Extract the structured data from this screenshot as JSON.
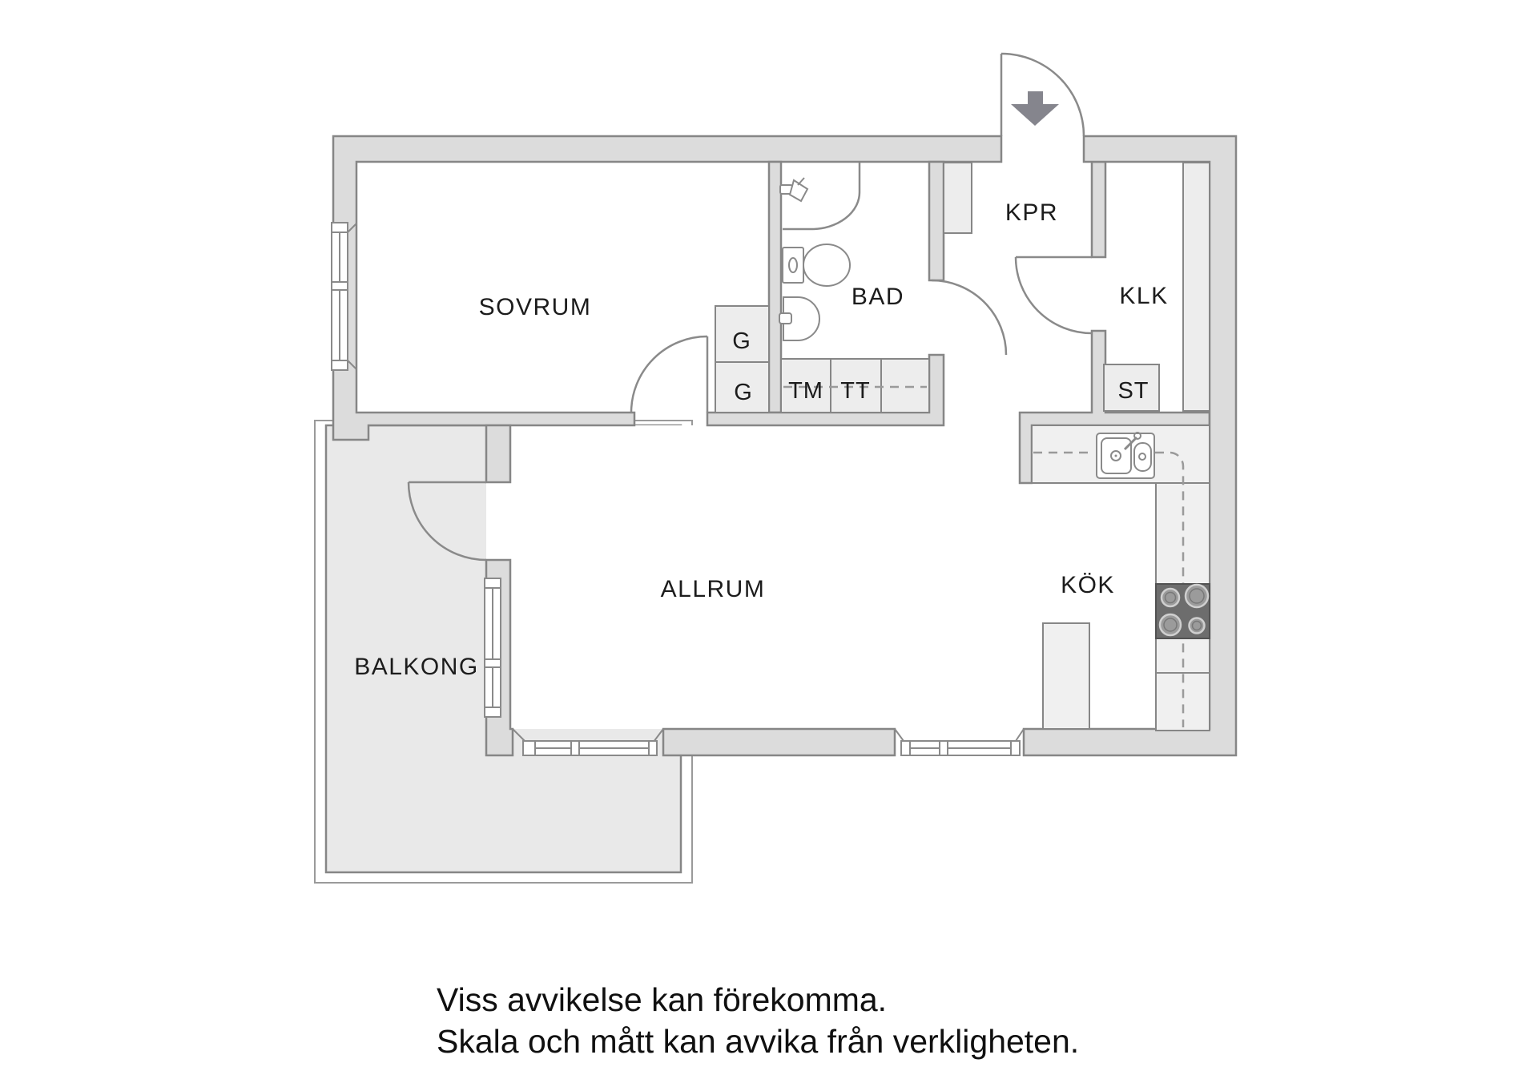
{
  "floorplan": {
    "rooms": {
      "sovrum": "SOVRUM",
      "bad": "BAD",
      "kpr": "KPR",
      "klk": "KLK",
      "allrum": "ALLRUM",
      "kok": "KÖK",
      "balkong": "BALKONG"
    },
    "storage": {
      "g_top": "G",
      "g_bottom": "G",
      "st": "ST"
    },
    "appliances": {
      "washer": "TM",
      "dryer": "TT"
    },
    "colors": {
      "wall": "#dcdcdc",
      "wall_stroke": "#868686",
      "balcony_floor": "#e9e9e9",
      "furniture": "#ededed",
      "counter": "#f0f0f0",
      "stove": "#6d6d6d",
      "arrow": "#85858d",
      "dash": "#9a9a9a",
      "label": "#1c1c1c",
      "text": "#101010"
    }
  },
  "disclaimer": {
    "line1": "Viss avvikelse kan förekomma.",
    "line2": "Skala och mått kan avvika från verkligheten."
  }
}
